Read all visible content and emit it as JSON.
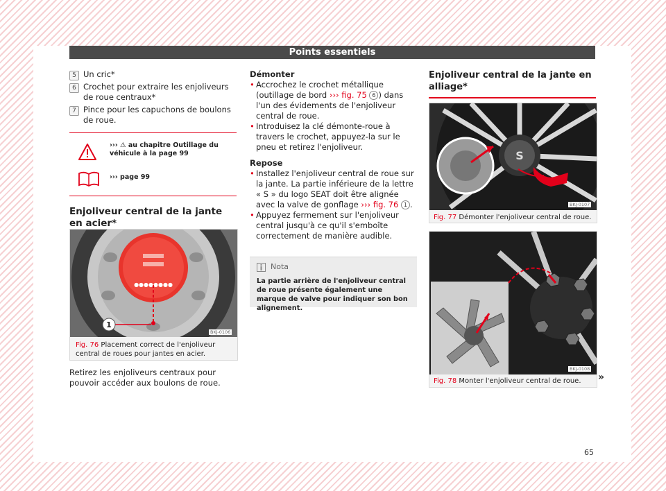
{
  "header": {
    "title": "Points essentiels"
  },
  "items": [
    {
      "num": "5",
      "text": "Un cric*"
    },
    {
      "num": "6",
      "text": "Crochet pour extraire les enjoliveurs de roue centraux*"
    },
    {
      "num": "7",
      "text": "Pince pour les capuchons de boulons de roue."
    }
  ],
  "warning": {
    "line1": "››› ⚠ au chapitre Outillage du véhicule à la page 99",
    "line2": "››› page 99"
  },
  "section1": {
    "title": "Enjoliveur central de la jante en acier*"
  },
  "fig76": {
    "code": "BKJ-0106",
    "callout": "1",
    "label": "Fig. 76",
    "caption": "Placement correct de l'enjoliveur central de roues pour jantes en acier."
  },
  "col1_para": "Retirez les enjoliveurs centraux pour pouvoir accéder aux boulons de roue.",
  "col2": {
    "demonter_title": "Démonter",
    "b1a": "Accrochez le crochet métallique (outillage de bord ",
    "b1ref": "››› fig. 75",
    "b1num": "6",
    "b1b": ") dans l'un des évidements de l'enjoliveur central de roue.",
    "b2": "Introduisez la clé démonte-roue à travers le crochet, appuyez-la sur le pneu et retirez l'enjoliveur.",
    "repose_title": "Repose",
    "b3a": "Installez l'enjoliveur central de roue sur la jante. La partie inférieure de la lettre « S » du logo SEAT doit être alignée avec la valve de gonflage ",
    "b3ref": "››› fig. 76",
    "b3num": "1",
    "b3b": ".",
    "b4": "Appuyez fermement sur l'enjoliveur central jusqu'à ce qu'il s'emboîte correctement de manière audible."
  },
  "nota": {
    "title": "Nota",
    "text": "La partie arrière de l'enjoliveur central de roue présente également une marque de valve pour indiquer son bon alignement."
  },
  "section2": {
    "title": "Enjoliveur central de la jante en alliage*"
  },
  "fig77": {
    "code": "BKJ-0107",
    "label": "Fig. 77",
    "caption": "Démonter l'enjoliveur central de roue."
  },
  "fig78": {
    "code": "BKJ-0108",
    "label": "Fig. 78",
    "caption": "Monter l'enjoliveur central de roue."
  },
  "continue": "»",
  "page_number": "65"
}
